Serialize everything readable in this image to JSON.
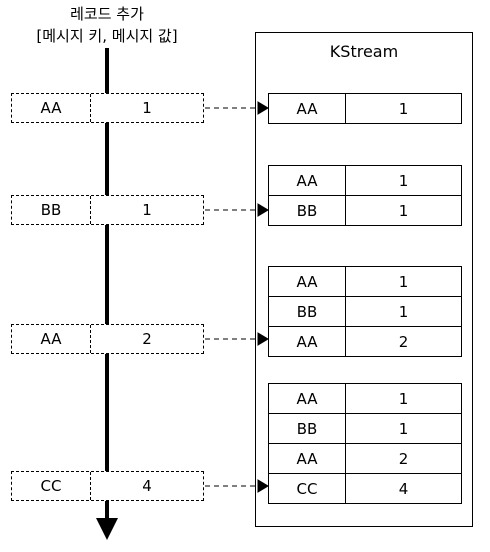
{
  "header": {
    "line1": "레코드 추가",
    "line2": "[메시지 키, 메시지 값]"
  },
  "kstream": {
    "title": "KStream"
  },
  "records": [
    {
      "key": "AA",
      "value": "1"
    },
    {
      "key": "BB",
      "value": "1"
    },
    {
      "key": "AA",
      "value": "2"
    },
    {
      "key": "CC",
      "value": "4"
    }
  ],
  "tables": [
    [
      {
        "key": "AA",
        "value": "1"
      }
    ],
    [
      {
        "key": "AA",
        "value": "1"
      },
      {
        "key": "BB",
        "value": "1"
      }
    ],
    [
      {
        "key": "AA",
        "value": "1"
      },
      {
        "key": "BB",
        "value": "1"
      },
      {
        "key": "AA",
        "value": "2"
      }
    ],
    [
      {
        "key": "AA",
        "value": "1"
      },
      {
        "key": "BB",
        "value": "1"
      },
      {
        "key": "AA",
        "value": "2"
      },
      {
        "key": "CC",
        "value": "4"
      }
    ]
  ]
}
